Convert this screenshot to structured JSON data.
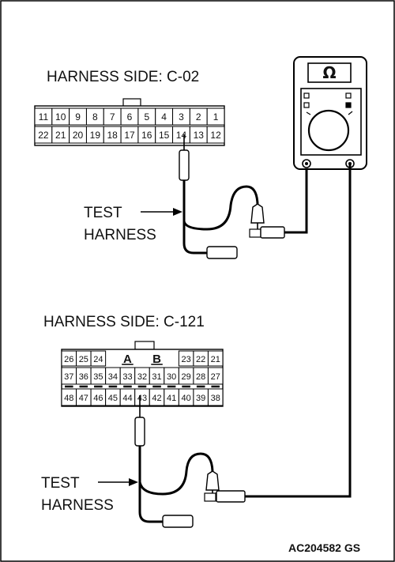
{
  "connector1": {
    "title": "HARNESS SIDE: C-02",
    "top_row": [
      "11",
      "10",
      "9",
      "8",
      "7",
      "6",
      "5",
      "4",
      "3",
      "2",
      "1"
    ],
    "bottom_row": [
      "22",
      "21",
      "20",
      "19",
      "18",
      "17",
      "16",
      "15",
      "14",
      "13",
      "12"
    ]
  },
  "connector2": {
    "title": "HARNESS SIDE: C-121",
    "row1_left": [
      "26",
      "25",
      "24"
    ],
    "row1_mid": [
      "A",
      "B"
    ],
    "row1_right": [
      "23",
      "22",
      "21"
    ],
    "row2": [
      "37",
      "36",
      "35",
      "34",
      "33",
      "32",
      "31",
      "30",
      "29",
      "28",
      "27"
    ],
    "row3": [
      "48",
      "47",
      "46",
      "45",
      "44",
      "43",
      "42",
      "41",
      "40",
      "39",
      "38"
    ]
  },
  "meter": {
    "symbol": "Ω"
  },
  "label1": {
    "line1": "TEST",
    "line2": "HARNESS"
  },
  "label2": {
    "line1": "TEST",
    "line2": "HARNESS"
  },
  "figure_code": "AC204582 GS"
}
